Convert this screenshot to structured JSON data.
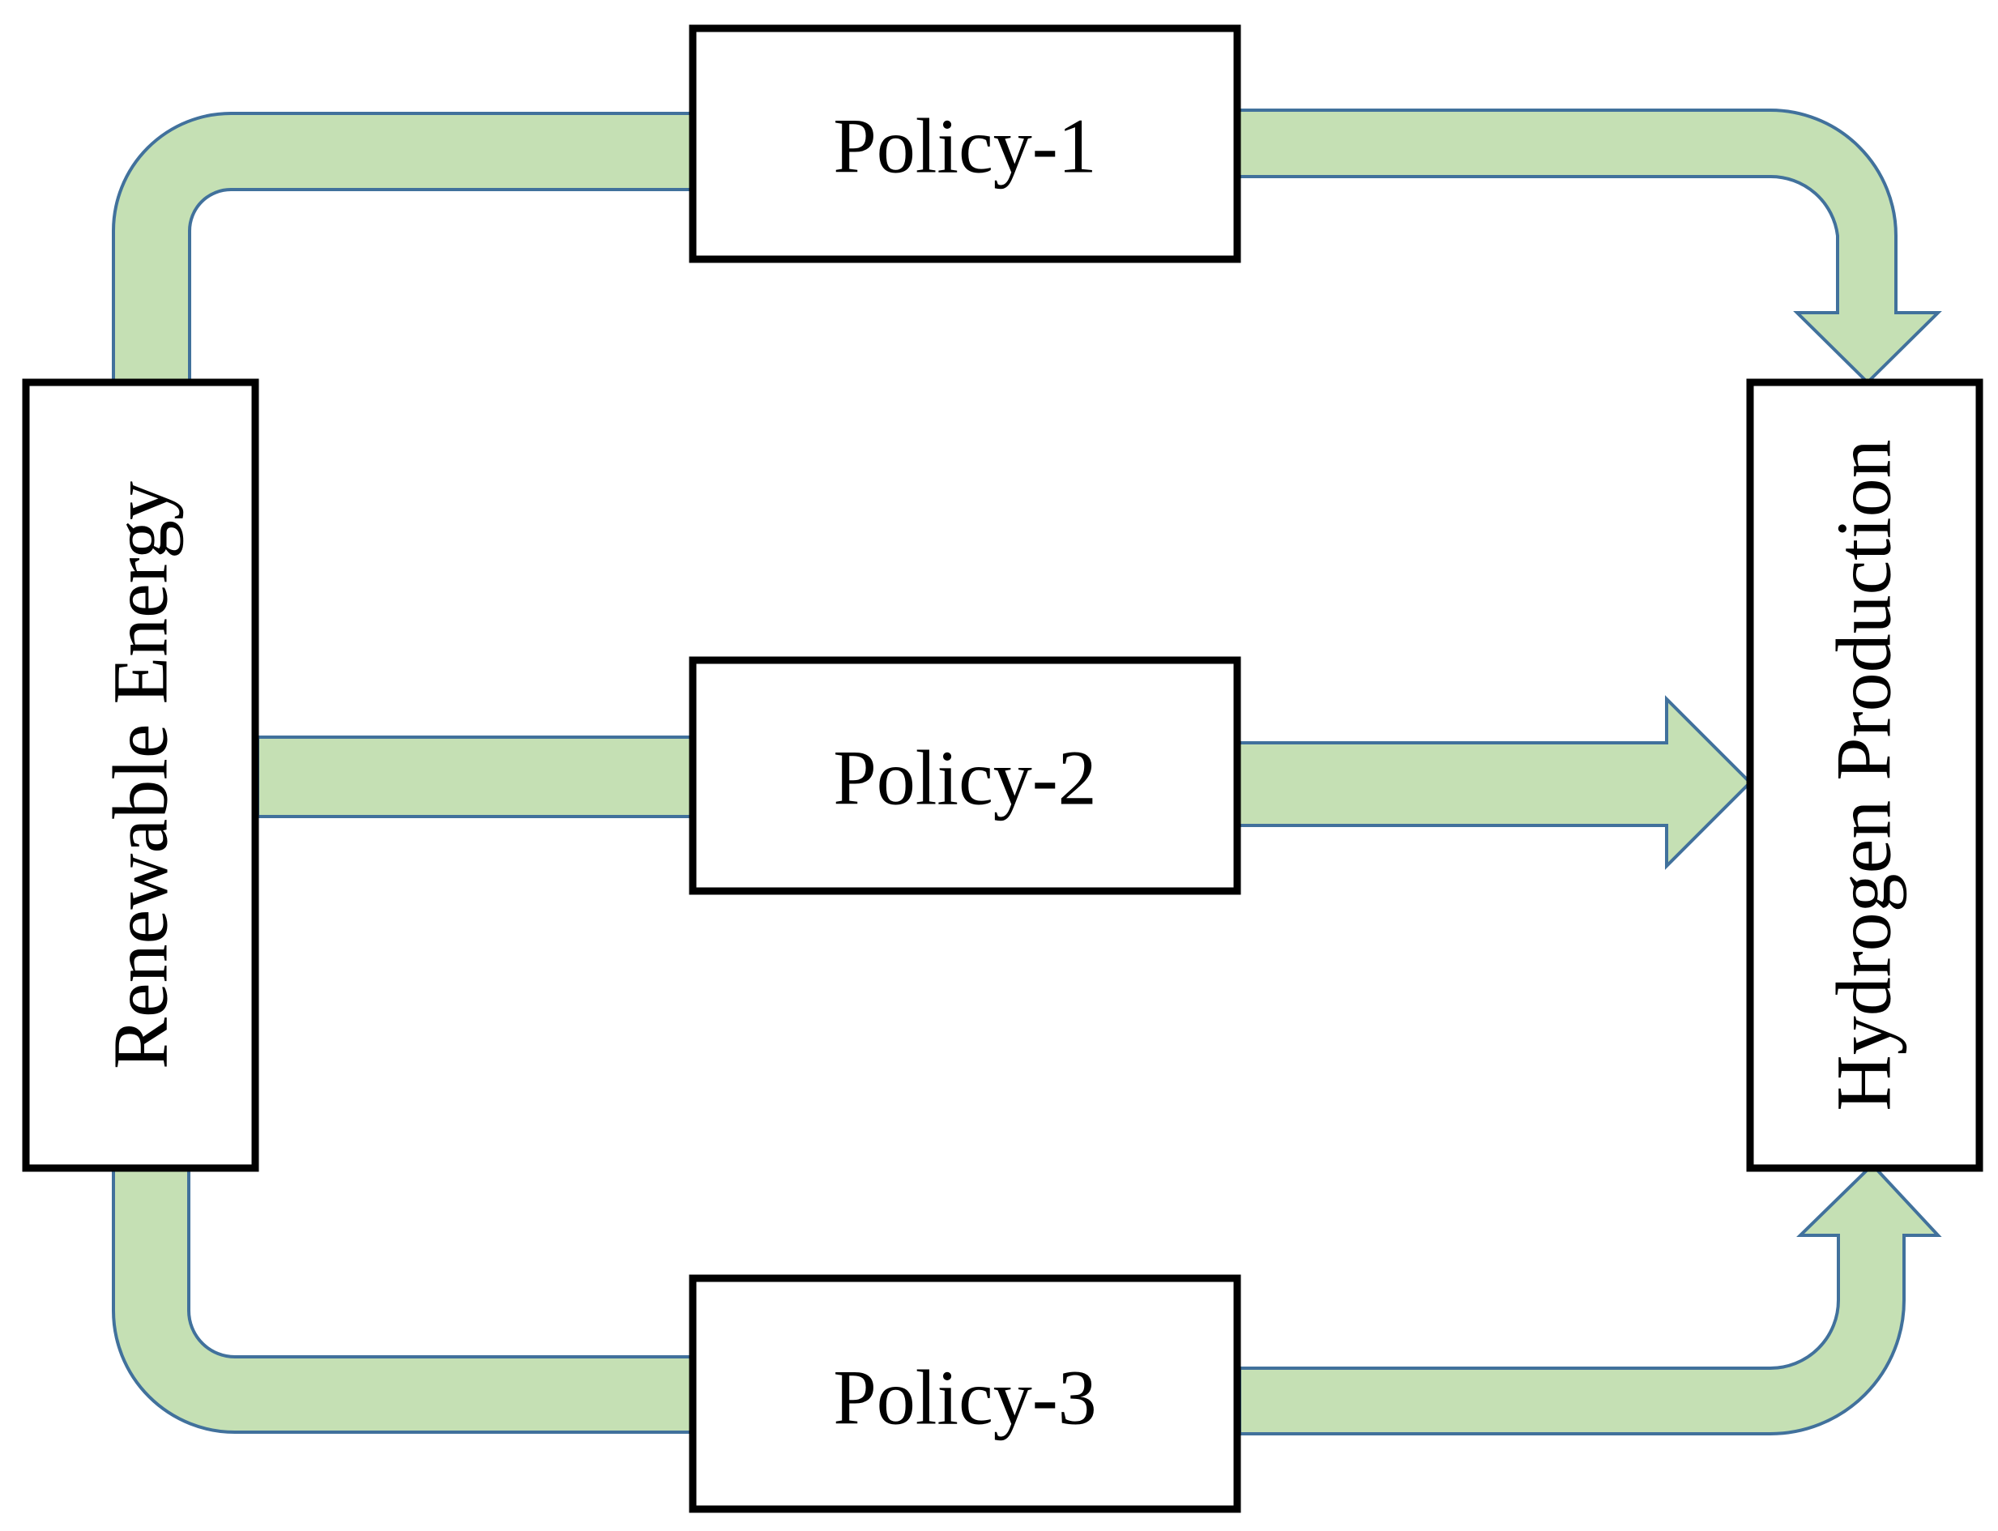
{
  "nodes": {
    "source": {
      "label": "Renewable Energy"
    },
    "target": {
      "label": "Hydrogen Production"
    },
    "policies": [
      {
        "label": "Policy-1"
      },
      {
        "label": "Policy-2"
      },
      {
        "label": "Policy-3"
      }
    ]
  },
  "edges": [
    {
      "from": "Renewable Energy",
      "to": "Policy-1"
    },
    {
      "from": "Policy-1",
      "to": "Hydrogen Production"
    },
    {
      "from": "Renewable Energy",
      "to": "Policy-2"
    },
    {
      "from": "Policy-2",
      "to": "Hydrogen Production"
    },
    {
      "from": "Renewable Energy",
      "to": "Policy-3"
    },
    {
      "from": "Policy-3",
      "to": "Hydrogen Production"
    }
  ],
  "colors": {
    "arrow_fill": "#c5e0b4",
    "arrow_stroke": "#41719c",
    "box_border": "#000000",
    "box_fill": "#ffffff",
    "text": "#000000"
  }
}
